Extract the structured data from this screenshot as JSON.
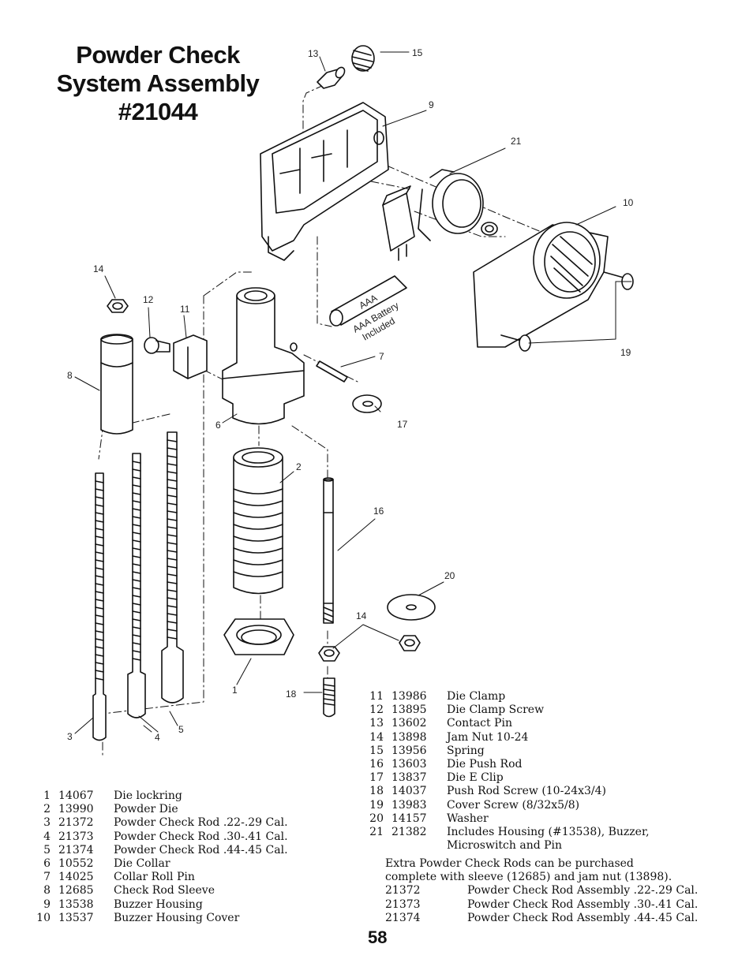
{
  "title": {
    "line1": "Powder Check",
    "line2": "System Assembly",
    "line3": "#21044"
  },
  "callouts": {
    "c1": "1",
    "c2": "2",
    "c3": "3",
    "c4": "4",
    "c5": "5",
    "c6": "6",
    "c7": "7",
    "c8": "8",
    "c9": "9",
    "c10": "10",
    "c11": "11",
    "c12": "12",
    "c13": "13",
    "c14a": "14",
    "c14b": "14",
    "c15": "15",
    "c16": "16",
    "c17": "17",
    "c18": "18",
    "c19": "19",
    "c20": "20",
    "c21": "21"
  },
  "battery": {
    "label": "AAA",
    "note_line1": "AAA Battery",
    "note_line2": "Included"
  },
  "parts_left": [
    {
      "idx": "1",
      "part": "14067",
      "desc": "Die lockring"
    },
    {
      "idx": "2",
      "part": "13990",
      "desc": "Powder Die"
    },
    {
      "idx": "3",
      "part": "21372",
      "desc": "Powder Check Rod  .22-.29 Cal."
    },
    {
      "idx": "4",
      "part": "21373",
      "desc": "Powder Check Rod  .30-.41 Cal."
    },
    {
      "idx": "5",
      "part": "21374",
      "desc": "Powder Check Rod  .44-.45 Cal."
    },
    {
      "idx": "6",
      "part": "10552",
      "desc": "Die Collar"
    },
    {
      "idx": "7",
      "part": "14025",
      "desc": "Collar Roll Pin"
    },
    {
      "idx": "8",
      "part": "12685",
      "desc": "Check Rod Sleeve"
    },
    {
      "idx": "9",
      "part": "13538",
      "desc": "Buzzer Housing"
    },
    {
      "idx": "10",
      "part": "13537",
      "desc": "Buzzer Housing Cover"
    }
  ],
  "parts_right": [
    {
      "idx": "11",
      "part": "13986",
      "desc": "Die Clamp"
    },
    {
      "idx": "12",
      "part": "13895",
      "desc": "Die Clamp Screw"
    },
    {
      "idx": "13",
      "part": "13602",
      "desc": "Contact Pin"
    },
    {
      "idx": "14",
      "part": "13898",
      "desc": "Jam Nut 10-24"
    },
    {
      "idx": "15",
      "part": "13956",
      "desc": "Spring"
    },
    {
      "idx": "16",
      "part": "13603",
      "desc": "Die Push Rod"
    },
    {
      "idx": "17",
      "part": "13837",
      "desc": "Die E Clip"
    },
    {
      "idx": "18",
      "part": "14037",
      "desc": "Push Rod Screw (10-24x3/4)"
    },
    {
      "idx": "19",
      "part": "13983",
      "desc": "Cover Screw (8/32x5/8)"
    },
    {
      "idx": "20",
      "part": "14157",
      "desc": "Washer"
    },
    {
      "idx": "21",
      "part": "21382",
      "desc": "Includes Housing (#13538), Buzzer,"
    },
    {
      "idx": "",
      "part": "",
      "desc": "Microswitch and Pin"
    }
  ],
  "extra": {
    "line1": "Extra Powder Check Rods can be purchased",
    "line2": "complete with sleeve (12685) and jam nut (13898).",
    "items": [
      {
        "part": "21372",
        "desc": "Powder Check Rod Assembly  .22-.29 Cal."
      },
      {
        "part": "21373",
        "desc": "Powder Check Rod Assembly  .30-.41 Cal."
      },
      {
        "part": "21374",
        "desc": "Powder Check Rod Assembly  .44-.45 Cal."
      }
    ]
  },
  "page_number": "58"
}
